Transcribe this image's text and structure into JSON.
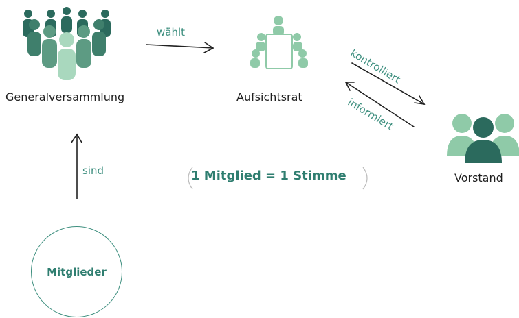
{
  "nodes": {
    "generalversammlung": "Generalversammlung",
    "aufsichtsrat": "Aufsichtsrat",
    "vorstand": "Vorstand",
    "mitglieder": "Mitglieder"
  },
  "edges": {
    "waehlt": "wählt",
    "kontrolliert": "kontrolliert",
    "informiert": "informiert",
    "sind": "sind"
  },
  "rule": "1 Mitglied = 1 Stimme",
  "colors": {
    "dark_green": "#2b6a5d",
    "mid_green": "#5d9b83",
    "light_green": "#a9d8be",
    "teal": "#2f7e70",
    "text": "#1f1f1f"
  },
  "icons": {
    "generalversammlung": "crowd-icon",
    "aufsichtsrat": "meeting-table-icon",
    "vorstand": "group-of-three-icon"
  }
}
